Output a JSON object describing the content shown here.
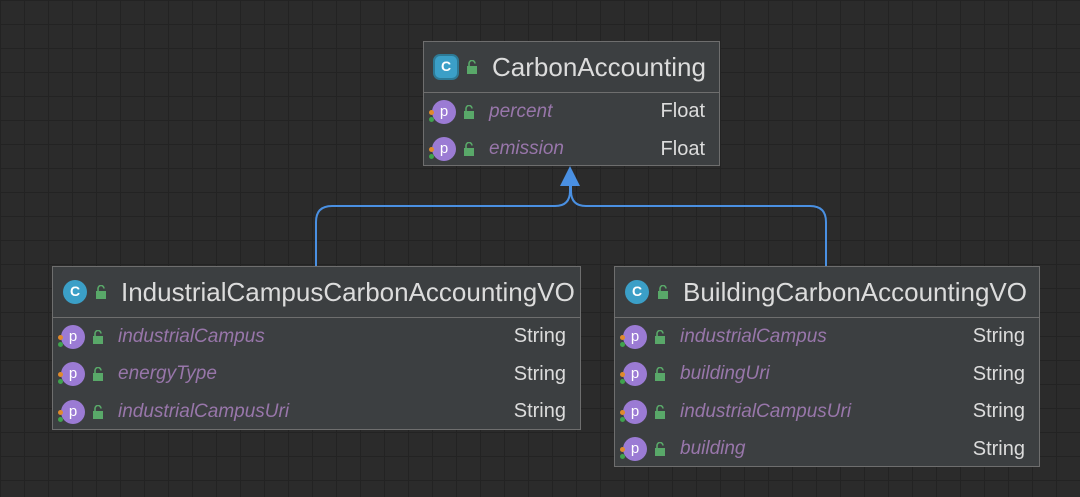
{
  "classes": [
    {
      "name": "CarbonAccounting",
      "kind_letter": "C",
      "fields": [
        {
          "name": "percent",
          "type": "Float",
          "kind_letter": "p"
        },
        {
          "name": "emission",
          "type": "Float",
          "kind_letter": "p"
        }
      ]
    },
    {
      "name": "IndustrialCampusCarbonAccountingVO",
      "kind_letter": "C",
      "fields": [
        {
          "name": "industrialCampus",
          "type": "String",
          "kind_letter": "p"
        },
        {
          "name": "energyType",
          "type": "String",
          "kind_letter": "p"
        },
        {
          "name": "industrialCampusUri",
          "type": "String",
          "kind_letter": "p"
        }
      ]
    },
    {
      "name": "BuildingCarbonAccountingVO",
      "kind_letter": "C",
      "fields": [
        {
          "name": "industrialCampus",
          "type": "String",
          "kind_letter": "p"
        },
        {
          "name": "buildingUri",
          "type": "String",
          "kind_letter": "p"
        },
        {
          "name": "industrialCampusUri",
          "type": "String",
          "kind_letter": "p"
        },
        {
          "name": "building",
          "type": "String",
          "kind_letter": "p"
        }
      ]
    }
  ],
  "relations": [
    {
      "type": "inheritance",
      "from": "IndustrialCampusCarbonAccountingVO",
      "to": "CarbonAccounting"
    },
    {
      "type": "inheritance",
      "from": "BuildingCarbonAccountingVO",
      "to": "CarbonAccounting"
    }
  ],
  "colors": {
    "background": "#2b2b2b",
    "node_fill": "#3c3f41",
    "node_border": "#6e6e6e",
    "edge": "#4a90e2",
    "field_name": "#9876aa",
    "class_icon": "#3b9fc7",
    "field_icon": "#9b7bd4",
    "lock_icon": "#59a869"
  },
  "icons": {
    "class": "class-c-icon",
    "field": "property-p-icon",
    "visibility": "unlocked-padlock-icon"
  }
}
